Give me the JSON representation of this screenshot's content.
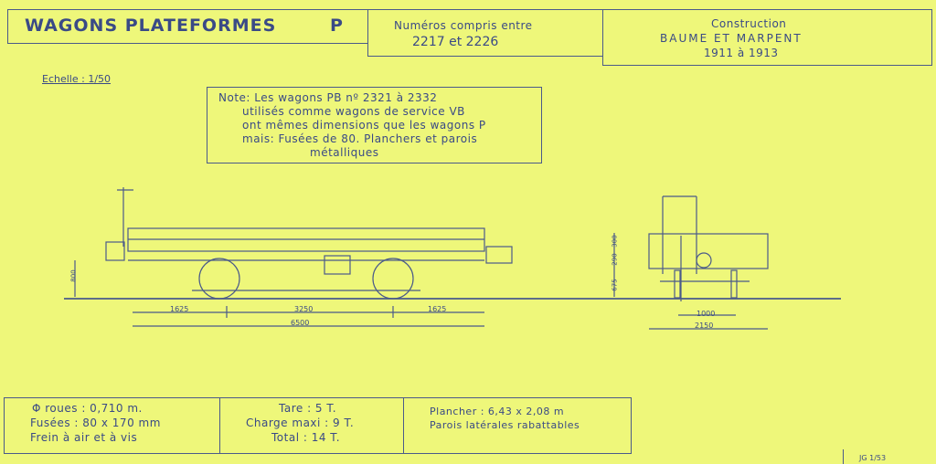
{
  "header": {
    "title": "WAGONS PLATEFORMES",
    "type_letter": "P",
    "numbers_line1": "Numéros compris entre",
    "numbers_line2": "2217 et 2226",
    "construction_label": "Construction",
    "builder": "BAUME ET MARPENT",
    "years": "1911 à 1913"
  },
  "scale": "Echelle : 1/50",
  "note": {
    "line1": "Note:  Les wagons PB nº 2321 à 2332",
    "line2": "utilisés comme wagons de service VB",
    "line3": "ont mêmes dimensions que les wagons P",
    "line4": "mais: Fusées de 80. Planchers et parois",
    "line5": "métalliques"
  },
  "dimensions": {
    "height_buffer": "800",
    "side_1": "1625",
    "wheelbase": "3250",
    "side_2": "1625",
    "length": "6500",
    "end_300": "300",
    "end_290": "290",
    "end_675": "675",
    "gauge": "1000",
    "width": "2150"
  },
  "specs": {
    "col1": [
      "Φ roues : 0,710 m.",
      "Fusées : 80 x 170 mm",
      "Frein à air et à vis"
    ],
    "col2": [
      "Tare : 5 T.",
      "Charge maxi : 9 T.",
      "Total : 14 T."
    ],
    "col3": [
      "Plancher : 6,43 x 2,08 m",
      "Parois latérales rabattables"
    ]
  },
  "footer_ref": "JG 1/53"
}
